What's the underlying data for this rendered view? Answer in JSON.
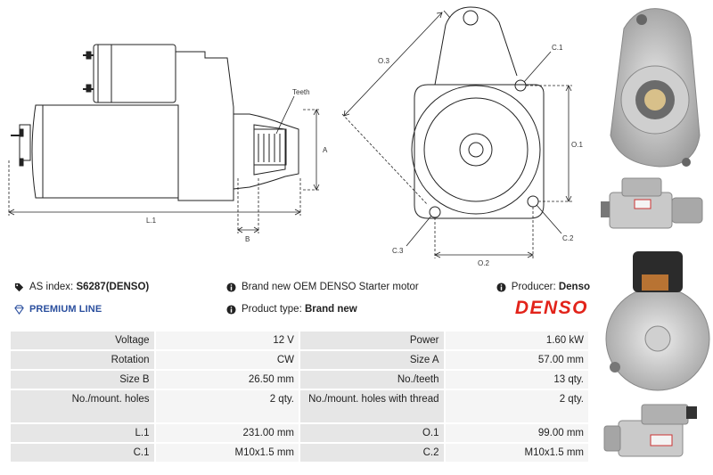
{
  "drawing": {
    "labels": {
      "teeth": "Teeth",
      "a": "A",
      "l1": "L.1",
      "b": "B",
      "o3": "O.3",
      "c1": "C.1",
      "o1": "O.1",
      "c2": "C.2",
      "c3": "C.3",
      "o2": "O.2"
    }
  },
  "info": {
    "as_index_label": "AS index:",
    "as_index_value": "S6287(DENSO)",
    "premium": "PREMIUM LINE",
    "description": "Brand new OEM DENSO Starter motor",
    "product_type_label": "Product type:",
    "product_type_value": "Brand new",
    "producer_label": "Producer:",
    "producer_value": "Denso",
    "brand_logo": "DENSO"
  },
  "colors": {
    "brand_red": "#e2231a",
    "premium_blue": "#2b4f9e",
    "label_cell": "#e6e6e6",
    "value_cell": "#f5f5f5"
  },
  "specs": [
    [
      {
        "label": "Voltage",
        "value": "12 V"
      },
      {
        "label": "Power",
        "value": "1.60 kW"
      }
    ],
    [
      {
        "label": "Rotation",
        "value": "CW"
      },
      {
        "label": "Size A",
        "value": "57.00 mm"
      }
    ],
    [
      {
        "label": "Size B",
        "value": "26.50 mm"
      },
      {
        "label": "No./teeth",
        "value": "13 qty."
      }
    ],
    [
      {
        "label": "No./mount. holes",
        "value": "2 qty."
      },
      {
        "label": "No./mount. holes with thread",
        "value": "2 qty."
      }
    ],
    [
      {
        "label": "L.1",
        "value": "231.00 mm"
      },
      {
        "label": "O.1",
        "value": "99.00 mm"
      }
    ],
    [
      {
        "label": "C.1",
        "value": "M10x1.5 mm"
      },
      {
        "label": "C.2",
        "value": "M10x1.5 mm"
      }
    ]
  ]
}
